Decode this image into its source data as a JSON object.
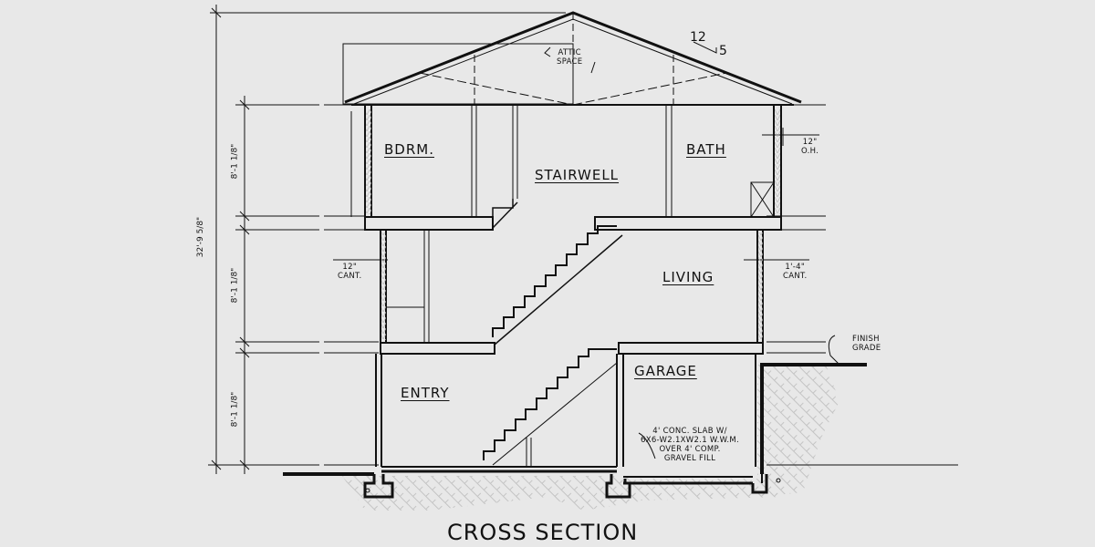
{
  "title": "CROSS SECTION",
  "rooms": {
    "bedroom": "BDRM.",
    "stairwell": "STAIRWELL",
    "bath": "BATH",
    "living": "LIVING",
    "entry": "ENTRY",
    "garage": "GARAGE"
  },
  "attic": {
    "line1": "ATTIC",
    "line2": "SPACE"
  },
  "roof_pitch": {
    "run": "12",
    "rise": "5"
  },
  "dimensions": {
    "overall_height": "32'-9 5/8\"",
    "upper_floor": "8'-1 1/8\"",
    "middle_floor": "8'-1 1/8\"",
    "lower_floor": "8'-1 1/8\""
  },
  "callouts": {
    "left_cant": {
      "value": "12\"",
      "label": "CANT."
    },
    "right_oh": {
      "value": "12\"",
      "label": "O.H."
    },
    "right_cant": {
      "value": "1'-4\"",
      "label": "CANT."
    },
    "finish_grade": {
      "line1": "FINISH",
      "line2": "GRADE"
    },
    "slab_note": [
      "4' CONC. SLAB W/",
      "6X6-W2.1XW2.1 W.W.M.",
      "OVER 4' COMP.",
      "GRAVEL FILL"
    ]
  },
  "colors": {
    "background": "#e8e8e8",
    "line": "#111111",
    "hatch": "#bdbdbd"
  }
}
